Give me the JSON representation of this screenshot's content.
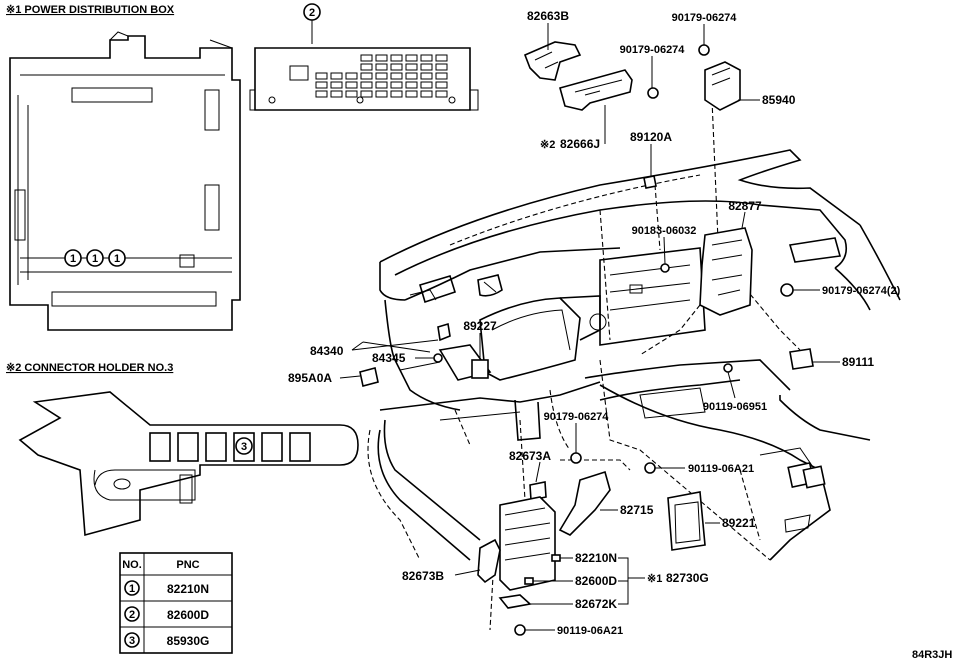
{
  "titles": {
    "box1": "※1 POWER DISTRIBUTION BOX",
    "box2": "※2 CONNECTOR HOLDER NO.3"
  },
  "markers": {
    "m1": "1",
    "m2": "2",
    "m3": "3",
    "ref2": "※2",
    "ref1": "※1"
  },
  "labels": {
    "p82663B": "82663B",
    "p90179_06274_a": "90179-06274",
    "p90179_06274_b": "90179-06274",
    "p85940": "85940",
    "p82666J": "82666J",
    "p89120A": "89120A",
    "p82877": "82877",
    "p90183_06032": "90183-06032",
    "p90179_06274_2": "90179-06274(2)",
    "p89227": "89227",
    "p84340": "84340",
    "p84345": "84345",
    "p895A0A": "895A0A",
    "p89111": "89111",
    "p90119_06951": "90119-06951",
    "p90179_06274_c": "90179-06274",
    "p82673A": "82673A",
    "p90119_06A21_a": "90119-06A21",
    "p82715": "82715",
    "p89221": "89221",
    "p82210N": "82210N",
    "p82673B": "82673B",
    "p82600D": "82600D",
    "p82730G": "82730G",
    "p82672K": "82672K",
    "p90119_06A21_b": "90119-06A21"
  },
  "table": {
    "header": {
      "no": "NO.",
      "pnc": "PNC"
    },
    "rows": [
      {
        "no": "1",
        "pnc": "82210N"
      },
      {
        "no": "2",
        "pnc": "82600D"
      },
      {
        "no": "3",
        "pnc": "85930G"
      }
    ]
  },
  "figure_code": "84R3JH"
}
